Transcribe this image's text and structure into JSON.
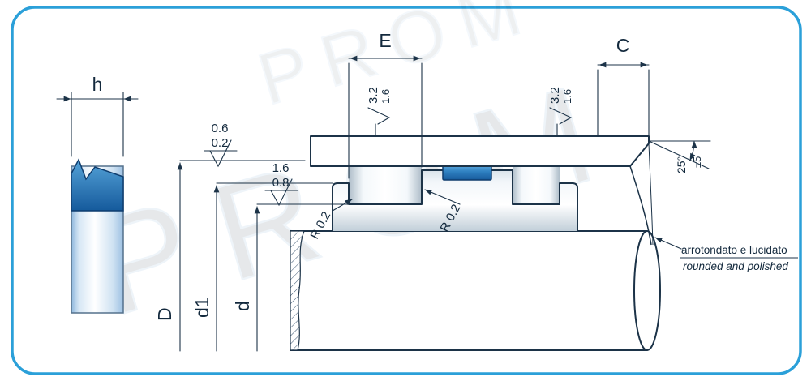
{
  "drawing": {
    "dimensions": {
      "h": "h",
      "E": "E",
      "C": "C",
      "D": "D",
      "d1": "d1",
      "d": "d"
    },
    "radii": {
      "left": "R 0.2",
      "right": "R 0.2"
    },
    "surface_finish": {
      "housing_left": {
        "upper": "3.2",
        "lower": "1.6"
      },
      "housing_right": {
        "upper": "3.2",
        "lower": "1.6"
      },
      "lip": {
        "upper": "0.6",
        "lower": "0.2"
      },
      "groove": {
        "upper": "1.6",
        "lower": "0.8"
      }
    },
    "chamfer": {
      "angle": "25°",
      "tolerance": "±5"
    },
    "note": {
      "italian": "arrotondato e lucidato",
      "english": "rounded and polished"
    }
  },
  "watermark": {
    "text": "PROM"
  },
  "colors": {
    "frame": "#2ba0d9",
    "line": "#1c3348",
    "seal_blue": "#1e6cb2",
    "hatch": "#3a5570"
  }
}
